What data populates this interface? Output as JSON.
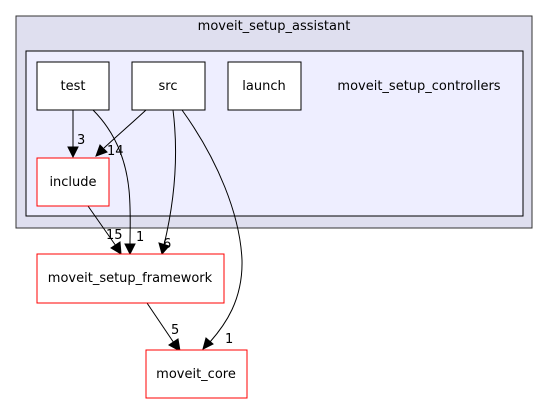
{
  "diagram": {
    "outer_cluster": {
      "label": "moveit_setup_assistant",
      "fill": "#dfdfef",
      "stroke": "#333333"
    },
    "inner_cluster": {
      "label": "moveit_setup_controllers",
      "fill": "#eeeeff",
      "stroke": "#000000"
    },
    "nodes": {
      "test": {
        "label": "test",
        "stroke": "#000000"
      },
      "src": {
        "label": "src",
        "stroke": "#000000"
      },
      "launch": {
        "label": "launch",
        "stroke": "#000000"
      },
      "include": {
        "label": "include",
        "stroke": "#ff0000"
      },
      "framework": {
        "label": "moveit_setup_framework",
        "stroke": "#ff0000"
      },
      "core": {
        "label": "moveit_core",
        "stroke": "#ff0000"
      }
    },
    "edges": [
      {
        "id": "test-include",
        "from": "test",
        "to": "include",
        "label": "3"
      },
      {
        "id": "test-framework",
        "from": "test",
        "to": "moveit_setup_framework",
        "label": "1"
      },
      {
        "id": "src-include",
        "from": "src",
        "to": "include",
        "label": "14"
      },
      {
        "id": "src-framework",
        "from": "src",
        "to": "moveit_setup_framework",
        "label": "6"
      },
      {
        "id": "src-core",
        "from": "src",
        "to": "moveit_core",
        "label": "1"
      },
      {
        "id": "include-framework",
        "from": "include",
        "to": "moveit_setup_framework",
        "label": "15"
      },
      {
        "id": "framework-core",
        "from": "moveit_setup_framework",
        "to": "moveit_core",
        "label": "5"
      }
    ]
  }
}
